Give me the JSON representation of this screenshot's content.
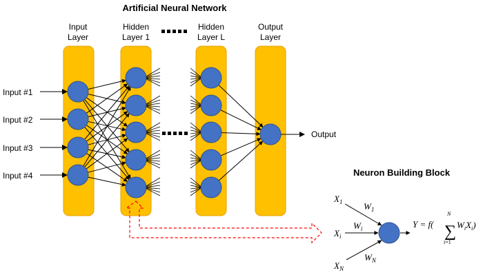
{
  "title": "Artificial Neural Network",
  "layers": {
    "input": {
      "line1": "Input",
      "line2": "Layer"
    },
    "hidden1": {
      "line1": "Hidden",
      "line2": "Layer 1"
    },
    "hiddenL": {
      "line1": "Hidden",
      "line2": "Layer L"
    },
    "output": {
      "line1": "Output",
      "line2": "Layer"
    }
  },
  "inputs": [
    "Input #1",
    "Input #2",
    "Input #3",
    "Input #4"
  ],
  "output_label": "Output",
  "neuron_block": {
    "title": "Neuron Building Block",
    "x1": "X",
    "x1_sub": "1",
    "xi": "X",
    "xi_sub": "i",
    "xn": "X",
    "xn_sub": "N",
    "w1": "W",
    "w1_sub": "1",
    "wi": "W",
    "wi_sub": "i",
    "wn": "W",
    "wn_sub": "N",
    "formula_lhs": "Y = f(",
    "sum_symbol": "∑",
    "sum_upper": "N",
    "sum_lower": "i=1",
    "formula_body_w": "W",
    "formula_body_w_sub": "i",
    "formula_body_x": "X",
    "formula_body_x_sub": "i",
    "formula_close": ")"
  },
  "colors": {
    "layer_fill": "#FFC000",
    "layer_stroke": "#E5A100",
    "neuron_fill": "#4472C4",
    "neuron_stroke": "#2F528F",
    "connection": "#000000",
    "highlight_arrow": "#FF0000"
  }
}
